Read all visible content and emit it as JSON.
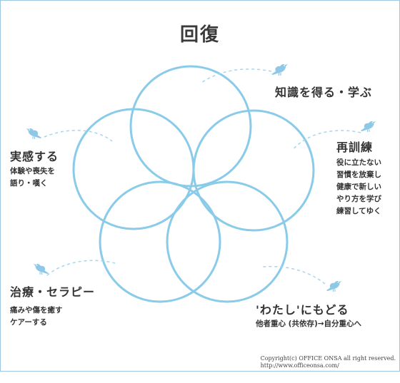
{
  "title": "回復",
  "sections": {
    "learn": {
      "heading": "知識を得る・学ぶ"
    },
    "retrain": {
      "heading": "再訓練",
      "desc": [
        "役に立たない",
        "習慣を放棄し",
        "健康で新しい",
        "やり方を学び",
        "練習してゆく"
      ]
    },
    "feel": {
      "heading": "実感する",
      "desc": [
        "体験や喪失を",
        "語り・嘆く"
      ]
    },
    "therapy": {
      "heading": "治療・セラピー",
      "desc": [
        "痛みや傷を癒す",
        "ケアーする"
      ]
    },
    "return": {
      "heading": "'わたし'にもどる",
      "desc": [
        "他者重心 (共依存)→自分重心へ"
      ]
    }
  },
  "copyright": {
    "line1": "Copyright(c) OFFICE ONSA all right reserved.",
    "line2": "http://www.officeonsa.com/"
  },
  "colors": {
    "circle": "#8acbe9",
    "bird": "#8ec8e6",
    "dash": "#a7d5ec",
    "frame": "#9cc8e4"
  }
}
